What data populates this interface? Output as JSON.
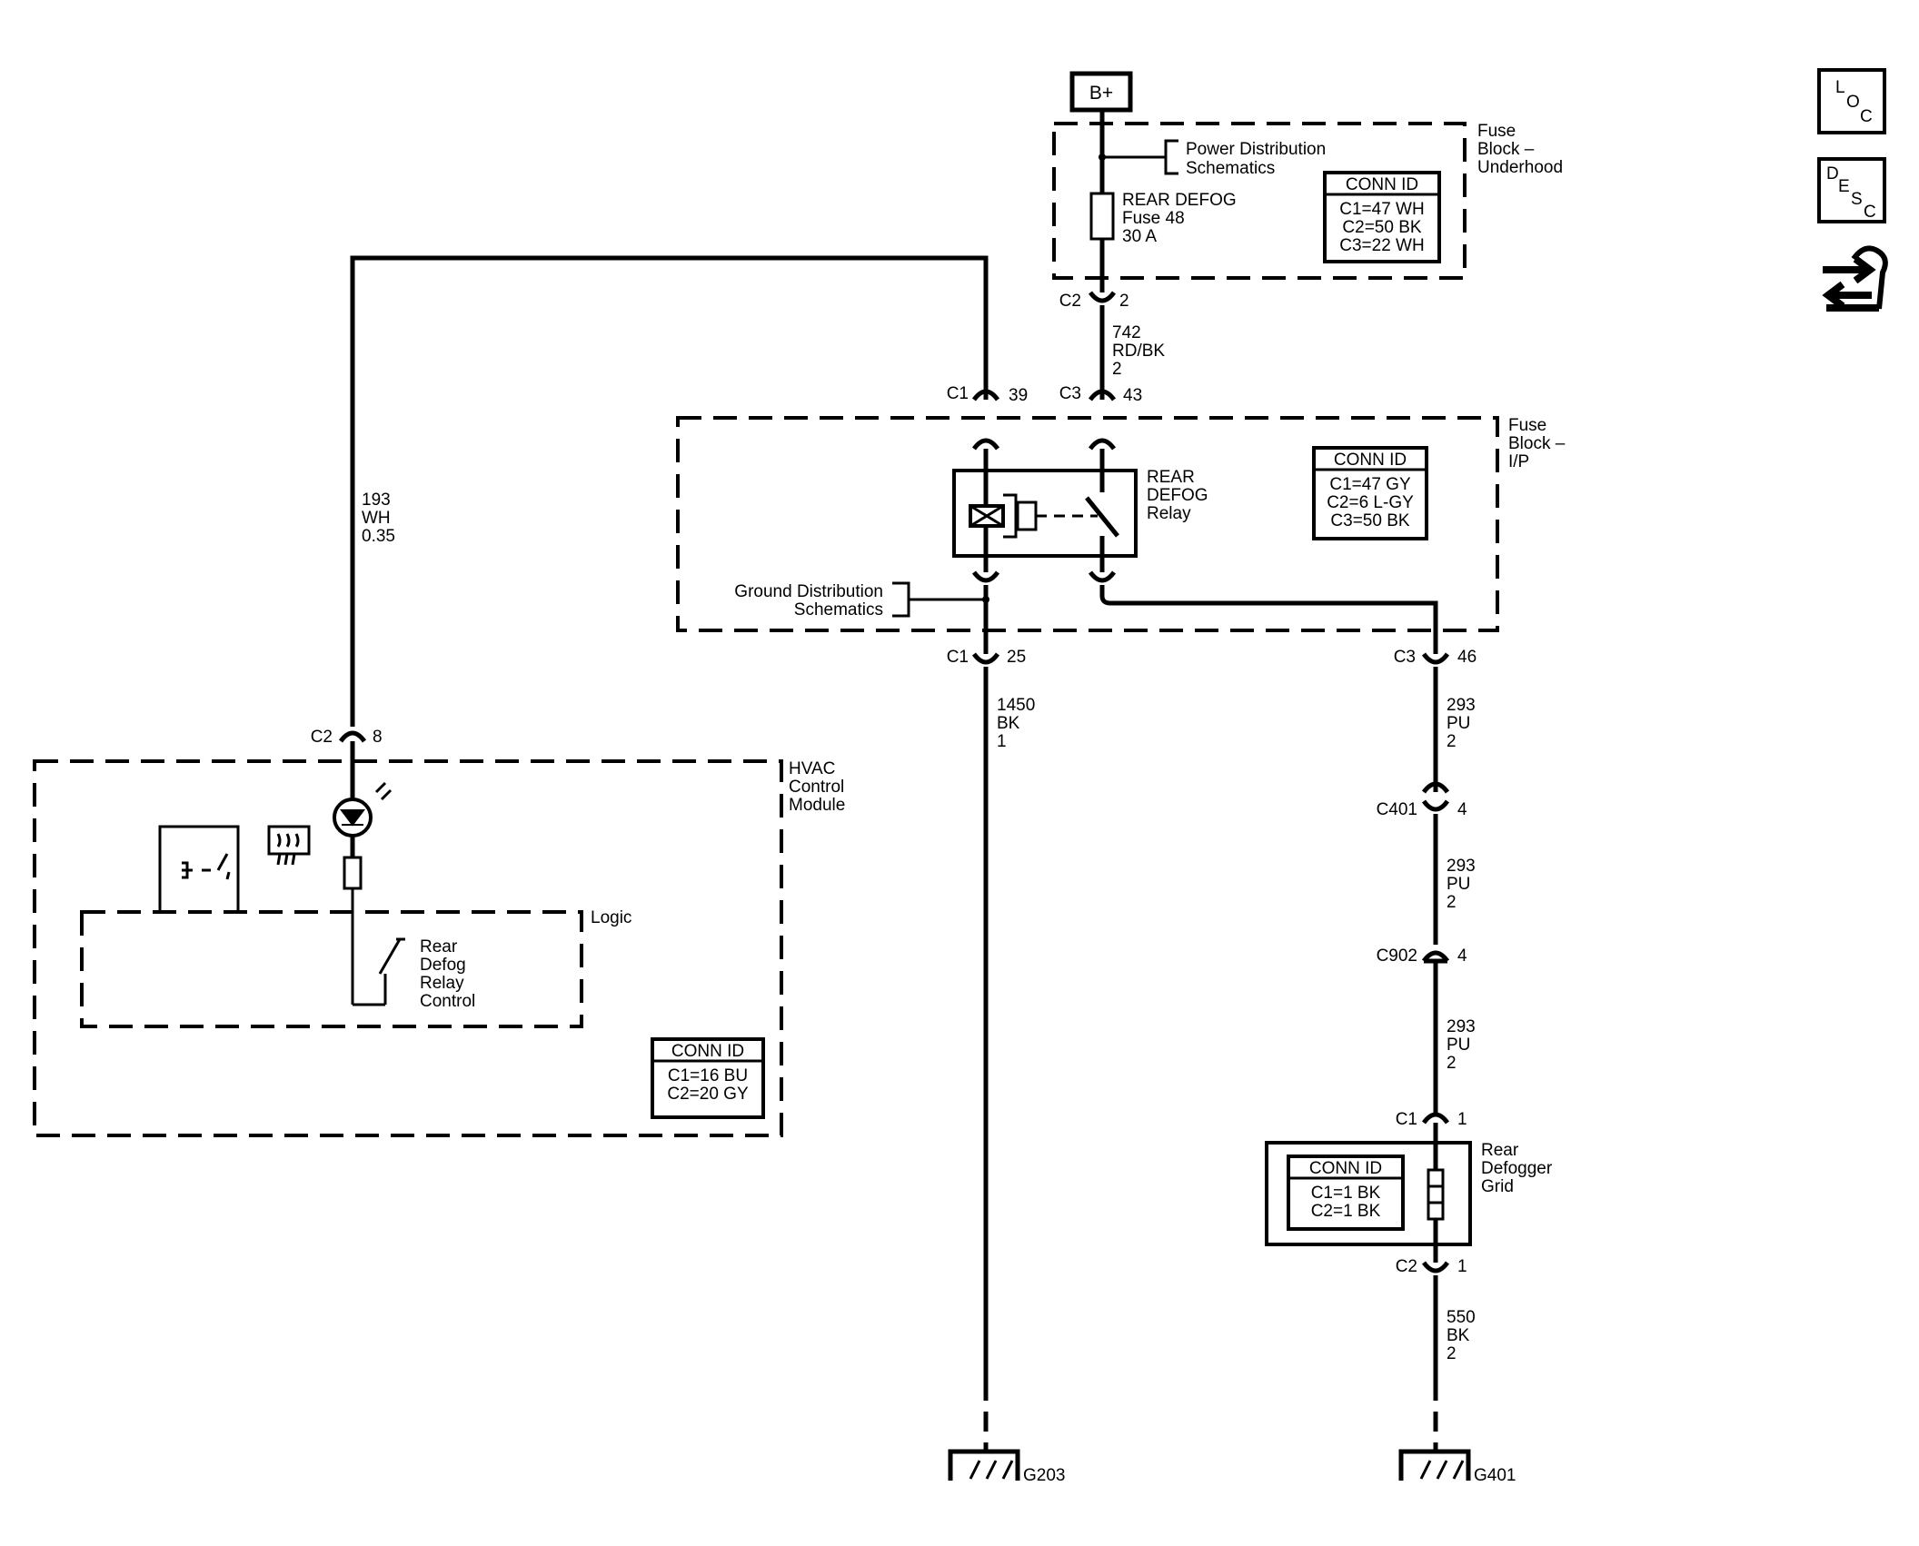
{
  "side_icons": {
    "loc": {
      "l1": "L",
      "l2": "O",
      "l3": "C"
    },
    "desc": {
      "l1": "D",
      "l2": "E",
      "l3": "S",
      "l4": "C"
    },
    "nav_icon": "swap-arrows-hand-icon"
  },
  "power": {
    "label": "B+"
  },
  "fuse_block_underhood": {
    "name": [
      "Fuse",
      "Block –",
      "Underhood"
    ],
    "power_ref": [
      "Power Distribution",
      "Schematics"
    ],
    "fuse": [
      "REAR DEFOG",
      "Fuse 48",
      "30 A"
    ],
    "conn_title": "CONN ID",
    "conn": [
      "C1=47 WH",
      "C2=50 BK",
      "C3=22 WH"
    ],
    "out_conn": "C2",
    "out_pin": "2"
  },
  "wire_742": [
    "742",
    "RD/BK",
    "2"
  ],
  "wire_193": [
    "193",
    "WH",
    "0.35"
  ],
  "fuse_block_ip": {
    "name": [
      "Fuse",
      "Block –",
      "I/P"
    ],
    "in_left_conn": "C1",
    "in_left_pin": "39",
    "in_right_conn": "C3",
    "in_right_pin": "43",
    "relay": [
      "REAR",
      "DEFOG",
      "Relay"
    ],
    "ground_ref": [
      "Ground Distribution",
      "Schematics"
    ],
    "conn_title": "CONN ID",
    "conn": [
      "C1=47 GY",
      "C2=6 L-GY",
      "C3=50 BK"
    ],
    "out_left_conn": "C1",
    "out_left_pin": "25",
    "out_right_conn": "C3",
    "out_right_pin": "46"
  },
  "wire_1450": [
    "1450",
    "BK",
    "1"
  ],
  "wire_293a": [
    "293",
    "PU",
    "2"
  ],
  "c401": {
    "conn": "C401",
    "pin": "4"
  },
  "wire_293b": [
    "293",
    "PU",
    "2"
  ],
  "c902": {
    "conn": "C902",
    "pin": "4"
  },
  "wire_293c": [
    "293",
    "PU",
    "2"
  ],
  "hvac": {
    "name": [
      "HVAC",
      "Control",
      "Module"
    ],
    "in_conn": "C2",
    "in_pin": "8",
    "logic": "Logic",
    "control": [
      "Rear",
      "Defog",
      "Relay",
      "Control"
    ],
    "conn_title": "CONN ID",
    "conn": [
      "C1=16 BU",
      "C2=20 GY"
    ]
  },
  "defogger": {
    "top_conn": "C1",
    "top_pin": "1",
    "name": [
      "Rear",
      "Defogger",
      "Grid"
    ],
    "conn_title": "CONN ID",
    "conn": [
      "C1=1 BK",
      "C2=1 BK"
    ],
    "bottom_conn": "C2",
    "bottom_pin": "1"
  },
  "wire_550": [
    "550",
    "BK",
    "2"
  ],
  "grounds": {
    "g203": "G203",
    "g401": "G401"
  }
}
